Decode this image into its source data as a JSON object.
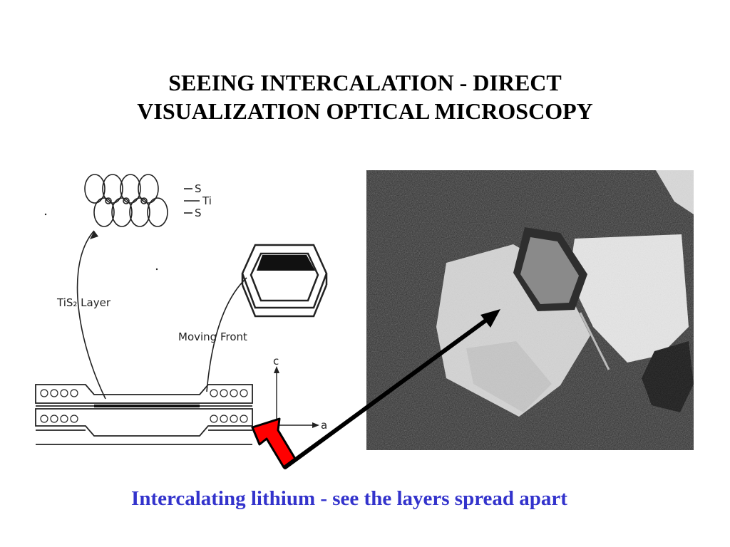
{
  "title": {
    "line1": "SEEING INTERCALATION - DIRECT",
    "line2": "VISUALIZATION OPTICAL MICROSCOPY"
  },
  "diagram": {
    "label_s_top": "S",
    "label_ti": "Ti",
    "label_s_bottom": "S",
    "label_layer": "TiS₂ Layer",
    "label_front": "Moving Front",
    "axis_c": "c",
    "axis_a": "a"
  },
  "caption": {
    "text": "Intercalating lithium - see the layers spread apart",
    "color": "#3333cc"
  },
  "colors": {
    "red_arrow": "#ff0000",
    "black_arrow": "#000000"
  },
  "icons": {
    "red_arrow": "red-block-arrow-icon",
    "black_arrow": "black-pointer-arrow-icon"
  }
}
